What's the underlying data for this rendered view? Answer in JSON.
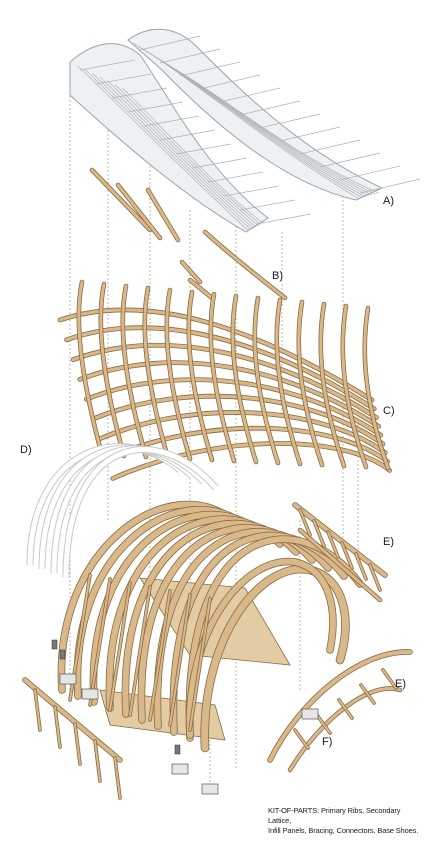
{
  "labels": {
    "a": "A)",
    "b": "B)",
    "c": "C)",
    "d": "D)",
    "e1": "E)",
    "e2": "E)",
    "f": "F)"
  },
  "caption": {
    "line1": "KIT-OF-PARTS: Primary Ribs, Secondary Lattice,",
    "line2": "Infill Panels, Bracing, Connectors, Base Shoes."
  },
  "colors": {
    "timber": "#d9b98a",
    "timber_edge": "#8a6a42",
    "glass": "#eef1f3",
    "glass_edge": "#9aa3a8",
    "ghost": "#c8c8c8",
    "guide": "#8c8c8c",
    "ink": "#1a1a1a"
  }
}
